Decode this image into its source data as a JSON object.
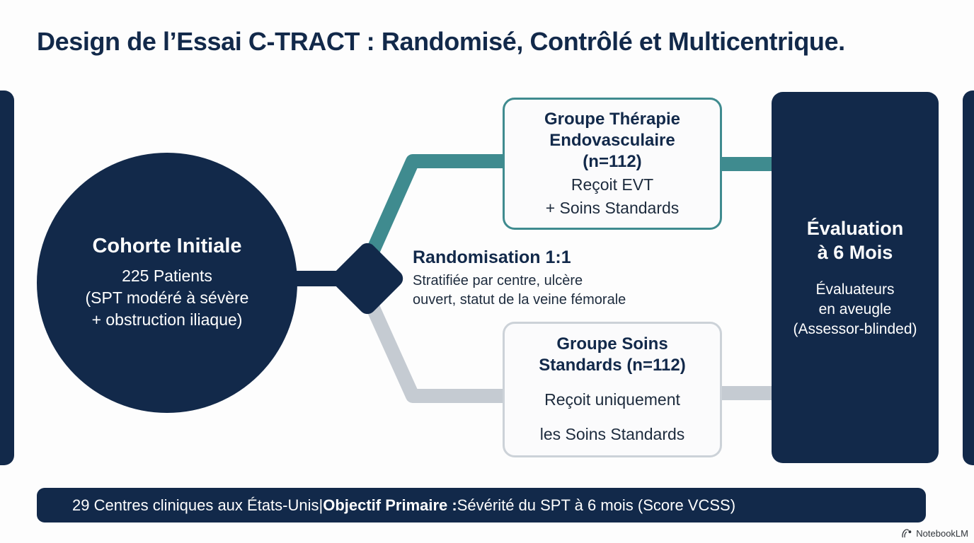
{
  "title": "Design de l’Essai C-TRACT : Randomisé, Contrôlé et Multicentrique.",
  "colors": {
    "navy": "#12294a",
    "teal": "#3f8b8f",
    "gray": "#c5cbd2",
    "background": "#fdfdfd",
    "white": "#ffffff"
  },
  "cohort": {
    "title": "Cohorte Initiale",
    "line1": "225 Patients",
    "line2": "(SPT modéré à sévère",
    "line3": "+ obstruction iliaque)"
  },
  "randomisation": {
    "title": "Randomisation 1:1",
    "sub1": "Stratifiée par centre, ulcère",
    "sub2": "ouvert, statut de la veine fémorale"
  },
  "arms": [
    {
      "id": "evt",
      "title_line1": "Groupe Thérapie",
      "title_line2": "Endovasculaire",
      "title_line3": "(n=112)",
      "desc_line1": "Reçoit EVT",
      "desc_line2": "+ Soins Standards",
      "accent": "#3f8b8f"
    },
    {
      "id": "soc",
      "title_line1": "Groupe Soins",
      "title_line2": "Standards (n=112)",
      "title_line3": "",
      "desc_line1": "Reçoit uniquement",
      "desc_line2": "les Soins Standards",
      "accent": "#ccd2d8"
    }
  ],
  "evaluation": {
    "title_line1": "Évaluation",
    "title_line2": "à 6 Mois",
    "sub_line1": "Évaluateurs",
    "sub_line2": "en aveugle",
    "sub_line3": "(Assessor-blinded)"
  },
  "footer": {
    "centers": "29 Centres cliniques aux États-Unis ",
    "separator": " | ",
    "objective_label": "Objectif Primaire :",
    "objective_value": " Sévérité du SPT à 6 mois (Score VCSS)"
  },
  "watermark": {
    "label": "NotebookLM"
  }
}
